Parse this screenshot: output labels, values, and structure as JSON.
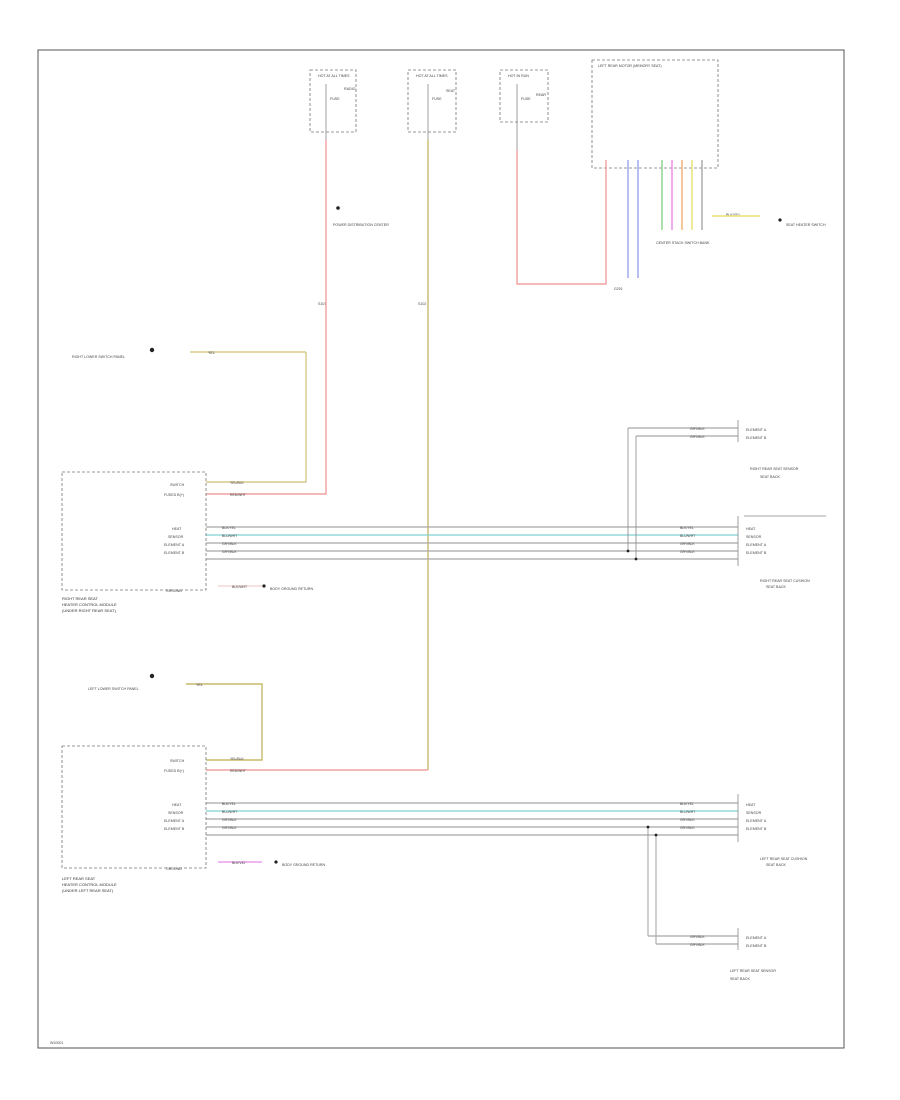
{
  "diagram": {
    "footer_code": "W10001",
    "fuses": {
      "f1": "HOT AT ALL TIMES",
      "f2": "HOT AT ALL TIMES",
      "f3": "HOT IN RUN",
      "f4": "LEFT REAR MOTOR (MEMORY SEAT)"
    },
    "labels": {
      "power_dist": "POWER DISTRIBUTION CENTER",
      "splice_left": "S101",
      "splice_right": "S102",
      "center_connector": "CENTER STACK SWITCH BANK",
      "ground_left": "G201",
      "right_seat_heat": "SEAT HEATER SWITCH",
      "right_lower_switch": "RIGHT LOWER SWITCH PANEL",
      "right_sensor_top": "RIGHT REAR SEAT SENSOR",
      "right_rear_seat": "RIGHT REAR SEAT CUSHION",
      "right_module_line1": "RIGHT REAR SEAT",
      "right_module_line2": "HEATER CONTROL MODULE",
      "right_module_line3": "(UNDER RIGHT REAR SEAT)",
      "left_lower_switch": "LEFT LOWER SWITCH PANEL",
      "left_module_line1": "LEFT REAR SEAT",
      "left_module_line2": "HEATER CONTROL MODULE",
      "left_module_line3": "(UNDER LEFT REAR SEAT)",
      "left_rear_seat": "LEFT REAR SEAT CUSHION",
      "left_sensor_bottom": "LEFT REAR SEAT SENSOR",
      "body_ground_ref": "BODY GROUND RETURN",
      "left_ground_ref": "BODY GROUND RETURN",
      "seat_back_top": "SEAT BACK",
      "seat_back_bottom": "SEAT BACK"
    },
    "pins": {
      "r_switch": "SWITCH",
      "r_fused": "FUSED B(+)",
      "r_heat": "HEAT",
      "r_sense": "SENSOR",
      "r_elem1": "ELEMENT A",
      "r_elem2": "ELEMENT B",
      "r_gnd": "GROUND",
      "l_switch": "SWITCH",
      "l_fused": "FUSED B(+)",
      "l_heat": "HEAT",
      "l_sense": "SENSOR",
      "l_elem1": "ELEMENT A",
      "l_elem2": "ELEMENT B",
      "l_gnd": "GROUND"
    },
    "wire_codes": {
      "rsw": "YEL/BLK",
      "rfused": "RED/WHT",
      "rw1": "BLK/YEL",
      "rw2": "BLU/WHT",
      "rw3": "GRY/BLK",
      "rw4": "GRY/BLK",
      "lsw": "YEL/BLK",
      "lfused": "RED/WHT",
      "lw1": "BLK/YEL",
      "lw2": "BLU/WHT",
      "lw3": "GRY/BLK",
      "lw4": "GRY/BLK",
      "rtop1": "GRY/BLK",
      "rtop2": "GRY/BLK",
      "lbot1": "GRY/BLK",
      "lbot2": "GRY/BLK",
      "rgnd": "BLK/WHT",
      "lgnd": "BLK/VIO",
      "sw_r": "YEL",
      "sw_l": "YEL",
      "right_switch_out": "BLK/YEL"
    },
    "colors": {
      "pink": "#f2a0a0",
      "tan": "#d8c98a",
      "olive": "#c8b86a",
      "cyan": "#7fd0d0",
      "gray": "#a8a8a8",
      "blue": "#9aa6ee",
      "magenta": "#e88ae8",
      "green": "#8ad08a",
      "orange": "#f0b070",
      "yellow": "#e8e070"
    }
  }
}
